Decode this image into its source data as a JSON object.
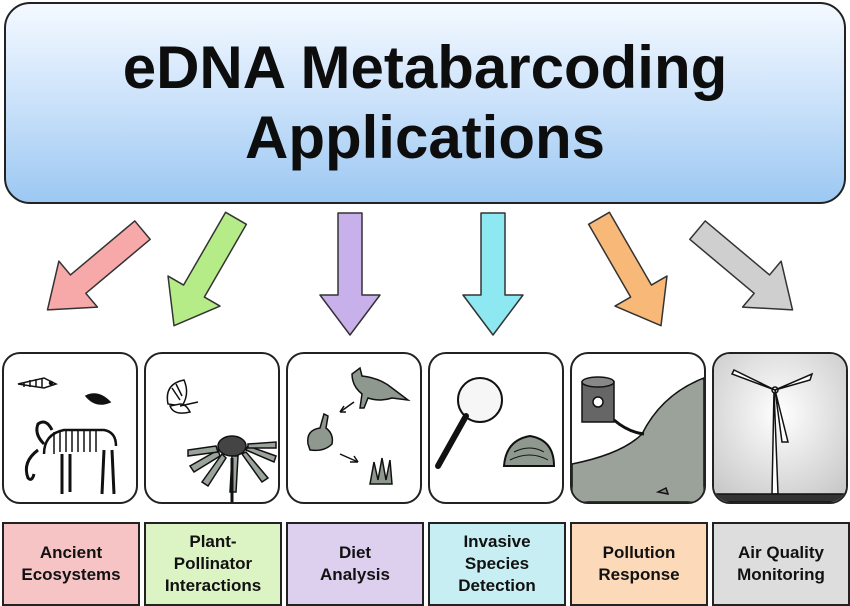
{
  "title": {
    "line1": "eDNA Metabarcoding",
    "line2": "Applications"
  },
  "applications": [
    {
      "id": "ancient",
      "lines": [
        "Ancient",
        "Ecosystems"
      ],
      "color": "#f6c4c4",
      "arrow_color": "#f7a8a8",
      "icon": "mammoth-skeleton-fossil-icon"
    },
    {
      "id": "pollinator",
      "lines": [
        "Plant-",
        "Pollinator",
        "Interactions"
      ],
      "color": "#dcf3c4",
      "arrow_color": "#b5ec88",
      "icon": "butterfly-coneflower-icon"
    },
    {
      "id": "diet",
      "lines": [
        "Diet",
        "Analysis"
      ],
      "color": "#ddd0ef",
      "arrow_color": "#c8b0ea",
      "icon": "fox-rabbit-grass-food-web-icon"
    },
    {
      "id": "invasive",
      "lines": [
        "Invasive",
        "Species",
        "Detection"
      ],
      "color": "#c7eef2",
      "arrow_color": "#8ee8f2",
      "icon": "magnifying-glass-mussel-icon"
    },
    {
      "id": "pollution",
      "lines": [
        "Pollution",
        "Response"
      ],
      "color": "#fbd9b9",
      "arrow_color": "#f8b878",
      "icon": "toxic-barrel-shoreline-icon"
    },
    {
      "id": "air",
      "lines": [
        "Air Quality",
        "Monitoring"
      ],
      "color": "#dddddd",
      "arrow_color": "#cfcfcf",
      "icon": "wind-turbine-icon"
    }
  ]
}
